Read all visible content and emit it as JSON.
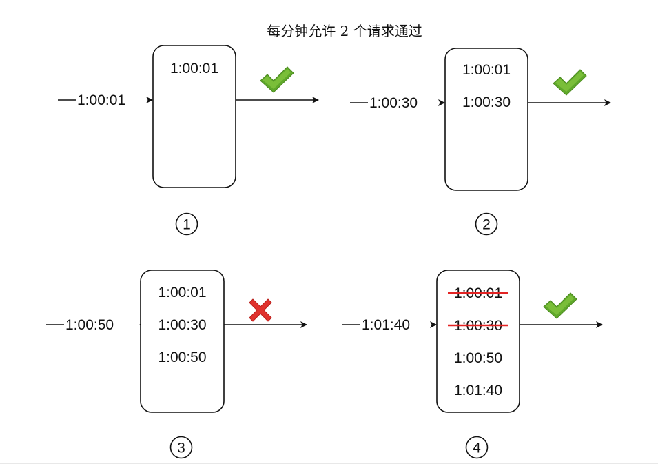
{
  "title": "每分钟允许 2 个请求通过",
  "colors": {
    "check": "#5fa82a",
    "check_light": "#8fd046",
    "cross": "#e0312d",
    "strike": "#e32424",
    "ink": "#111111"
  },
  "panels": [
    {
      "step": "1",
      "incoming": "1:00:01",
      "entries": [
        {
          "text": "1:00:01",
          "removed": false
        }
      ],
      "result_icon": "check-icon"
    },
    {
      "step": "2",
      "incoming": "1:00:30",
      "entries": [
        {
          "text": "1:00:01",
          "removed": false
        },
        {
          "text": "1:00:30",
          "removed": false
        }
      ],
      "result_icon": "check-icon"
    },
    {
      "step": "3",
      "incoming": "1:00:50",
      "entries": [
        {
          "text": "1:00:01",
          "removed": false
        },
        {
          "text": "1:00:30",
          "removed": false
        },
        {
          "text": "1:00:50",
          "removed": false
        }
      ],
      "result_icon": "cross-icon"
    },
    {
      "step": "4",
      "incoming": "1:01:40",
      "entries": [
        {
          "text": "1:00:01",
          "removed": true
        },
        {
          "text": "1:00:30",
          "removed": true
        },
        {
          "text": "1:00:50",
          "removed": false
        },
        {
          "text": "1:01:40",
          "removed": false
        }
      ],
      "result_icon": "check-icon"
    }
  ]
}
